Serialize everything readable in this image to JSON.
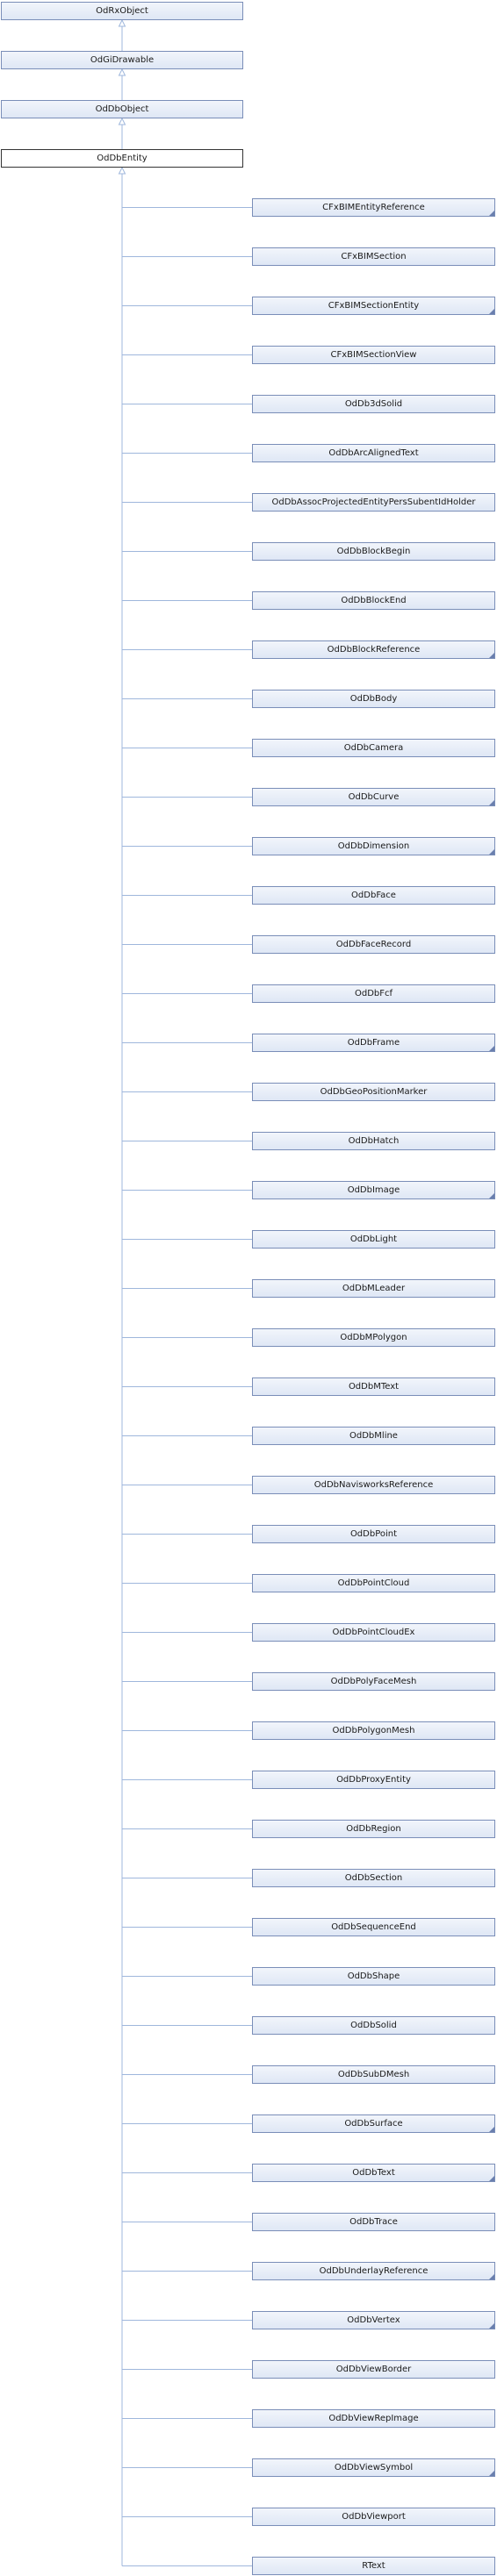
{
  "ancestors": [
    "OdRxObject",
    "OdGiDrawable",
    "OdDbObject"
  ],
  "current": "OdDbEntity",
  "children": [
    {
      "label": "CFxBIMEntityReference",
      "has_children": true
    },
    {
      "label": "CFxBIMSection",
      "has_children": false
    },
    {
      "label": "CFxBIMSectionEntity",
      "has_children": true
    },
    {
      "label": "CFxBIMSectionView",
      "has_children": false
    },
    {
      "label": "OdDb3dSolid",
      "has_children": false
    },
    {
      "label": "OdDbArcAlignedText",
      "has_children": false
    },
    {
      "label": "OdDbAssocProjectedEntityPersSubentIdHolder",
      "has_children": false
    },
    {
      "label": "OdDbBlockBegin",
      "has_children": false
    },
    {
      "label": "OdDbBlockEnd",
      "has_children": false
    },
    {
      "label": "OdDbBlockReference",
      "has_children": true
    },
    {
      "label": "OdDbBody",
      "has_children": false
    },
    {
      "label": "OdDbCamera",
      "has_children": false
    },
    {
      "label": "OdDbCurve",
      "has_children": true
    },
    {
      "label": "OdDbDimension",
      "has_children": true
    },
    {
      "label": "OdDbFace",
      "has_children": false
    },
    {
      "label": "OdDbFaceRecord",
      "has_children": false
    },
    {
      "label": "OdDbFcf",
      "has_children": false
    },
    {
      "label": "OdDbFrame",
      "has_children": true
    },
    {
      "label": "OdDbGeoPositionMarker",
      "has_children": false
    },
    {
      "label": "OdDbHatch",
      "has_children": false
    },
    {
      "label": "OdDbImage",
      "has_children": true
    },
    {
      "label": "OdDbLight",
      "has_children": false
    },
    {
      "label": "OdDbMLeader",
      "has_children": false
    },
    {
      "label": "OdDbMPolygon",
      "has_children": false
    },
    {
      "label": "OdDbMText",
      "has_children": false
    },
    {
      "label": "OdDbMline",
      "has_children": false
    },
    {
      "label": "OdDbNavisworksReference",
      "has_children": false
    },
    {
      "label": "OdDbPoint",
      "has_children": false
    },
    {
      "label": "OdDbPointCloud",
      "has_children": false
    },
    {
      "label": "OdDbPointCloudEx",
      "has_children": false
    },
    {
      "label": "OdDbPolyFaceMesh",
      "has_children": false
    },
    {
      "label": "OdDbPolygonMesh",
      "has_children": false
    },
    {
      "label": "OdDbProxyEntity",
      "has_children": false
    },
    {
      "label": "OdDbRegion",
      "has_children": false
    },
    {
      "label": "OdDbSection",
      "has_children": false
    },
    {
      "label": "OdDbSequenceEnd",
      "has_children": false
    },
    {
      "label": "OdDbShape",
      "has_children": false
    },
    {
      "label": "OdDbSolid",
      "has_children": false
    },
    {
      "label": "OdDbSubDMesh",
      "has_children": false
    },
    {
      "label": "OdDbSurface",
      "has_children": true
    },
    {
      "label": "OdDbText",
      "has_children": true
    },
    {
      "label": "OdDbTrace",
      "has_children": false
    },
    {
      "label": "OdDbUnderlayReference",
      "has_children": true
    },
    {
      "label": "OdDbVertex",
      "has_children": true
    },
    {
      "label": "OdDbViewBorder",
      "has_children": false
    },
    {
      "label": "OdDbViewRepImage",
      "has_children": false
    },
    {
      "label": "OdDbViewSymbol",
      "has_children": true
    },
    {
      "label": "OdDbViewport",
      "has_children": false
    },
    {
      "label": "RText",
      "has_children": false
    }
  ],
  "colors": {
    "edge": "#9fb7dc",
    "node_border": "#7a8eb8",
    "current_border": "#333333"
  }
}
